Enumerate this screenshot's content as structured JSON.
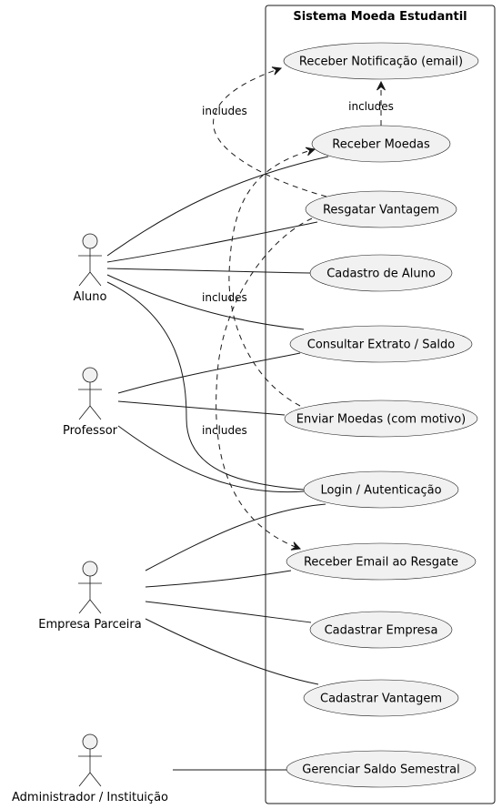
{
  "system": {
    "title": "Sistema Moeda Estudantil"
  },
  "actors": [
    {
      "id": "aluno",
      "label": "Aluno"
    },
    {
      "id": "professor",
      "label": "Professor"
    },
    {
      "id": "empresa",
      "label": "Empresa Parceira"
    },
    {
      "id": "admin",
      "label": "Administrador / Instituição"
    }
  ],
  "use_cases": [
    {
      "id": "notificacao",
      "label": "Receber Notificação (email)"
    },
    {
      "id": "receber_moedas",
      "label": "Receber Moedas"
    },
    {
      "id": "resgatar",
      "label": "Resgatar Vantagem"
    },
    {
      "id": "cadastro_aluno",
      "label": "Cadastro de Aluno"
    },
    {
      "id": "extrato",
      "label": "Consultar Extrato / Saldo"
    },
    {
      "id": "enviar",
      "label": "Enviar Moedas (com motivo)"
    },
    {
      "id": "login",
      "label": "Login / Autenticação"
    },
    {
      "id": "email_resgate",
      "label": "Receber Email ao Resgate"
    },
    {
      "id": "cadastrar_empresa",
      "label": "Cadastrar Empresa"
    },
    {
      "id": "cadastrar_vantagem",
      "label": "Cadastrar Vantagem"
    },
    {
      "id": "saldo_semestral",
      "label": "Gerenciar Saldo Semestral"
    }
  ],
  "associations": [
    {
      "actor": "aluno",
      "use_case": "receber_moedas"
    },
    {
      "actor": "aluno",
      "use_case": "resgatar"
    },
    {
      "actor": "aluno",
      "use_case": "cadastro_aluno"
    },
    {
      "actor": "aluno",
      "use_case": "extrato"
    },
    {
      "actor": "aluno",
      "use_case": "login"
    },
    {
      "actor": "professor",
      "use_case": "extrato"
    },
    {
      "actor": "professor",
      "use_case": "enviar"
    },
    {
      "actor": "professor",
      "use_case": "login"
    },
    {
      "actor": "empresa",
      "use_case": "login"
    },
    {
      "actor": "empresa",
      "use_case": "email_resgate"
    },
    {
      "actor": "empresa",
      "use_case": "cadastrar_empresa"
    },
    {
      "actor": "empresa",
      "use_case": "cadastrar_vantagem"
    },
    {
      "actor": "admin",
      "use_case": "saldo_semestral"
    }
  ],
  "includes": [
    {
      "from": "receber_moedas",
      "to": "notificacao",
      "label": "includes"
    },
    {
      "from": "resgatar",
      "to": "notificacao",
      "label": "includes"
    },
    {
      "from": "enviar",
      "to": "receber_moedas",
      "label": "includes"
    },
    {
      "from": "resgatar",
      "to": "email_resgate",
      "label": "includes"
    }
  ]
}
